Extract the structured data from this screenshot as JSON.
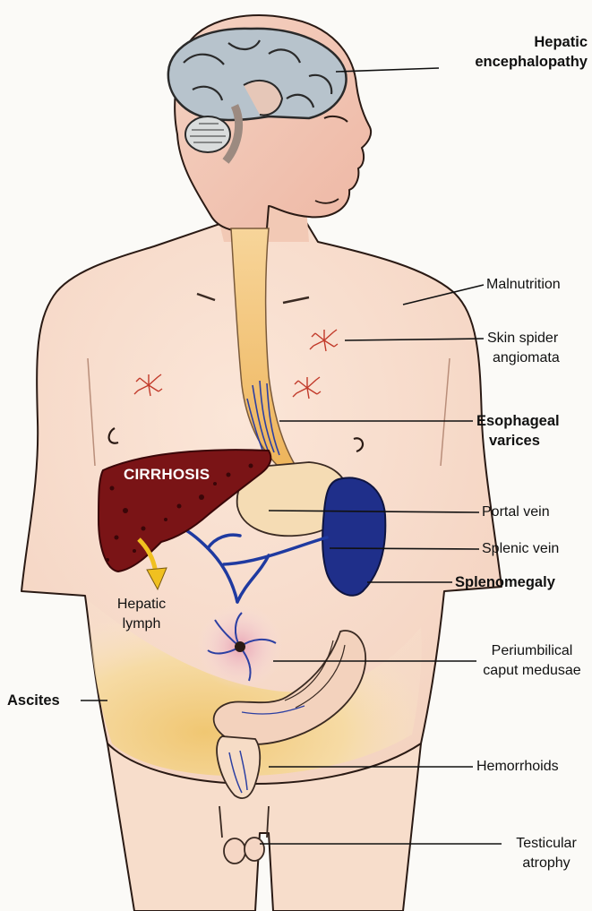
{
  "labels": {
    "hepatic_encephalopathy": [
      "Hepatic",
      "encephalopathy"
    ],
    "malnutrition": [
      "Malnutrition"
    ],
    "skin_spider_angiomata": [
      "Skin spider",
      "angiomata"
    ],
    "esophageal_varices": [
      "Esophageal",
      "varices"
    ],
    "portal_vein": [
      "Portal vein"
    ],
    "splenic_vein": [
      "Splenic vein"
    ],
    "splenomegaly": [
      "Splenomegaly"
    ],
    "periumbilical_caput_medusae": [
      "Periumbilical",
      "caput medusae"
    ],
    "hemorrhoids": [
      "Hemorrhoids"
    ],
    "testicular_atrophy": [
      "Testicular",
      "atrophy"
    ],
    "ascites": [
      "Ascites"
    ],
    "hepatic_lymph": [
      "Hepatic",
      "lymph"
    ],
    "cirrhosis": "CIRRHOSIS"
  },
  "colors": {
    "skin": "#f6d9c6",
    "skin_shade": "#efc0ac",
    "brain": "#b7c3cc",
    "liver": "#7a1416",
    "spleen": "#1f2f8a",
    "ascites": "#f3cf84",
    "esophagus": "#f1c06a",
    "vein": "#1f3aa0",
    "leader_line": "#111111"
  }
}
